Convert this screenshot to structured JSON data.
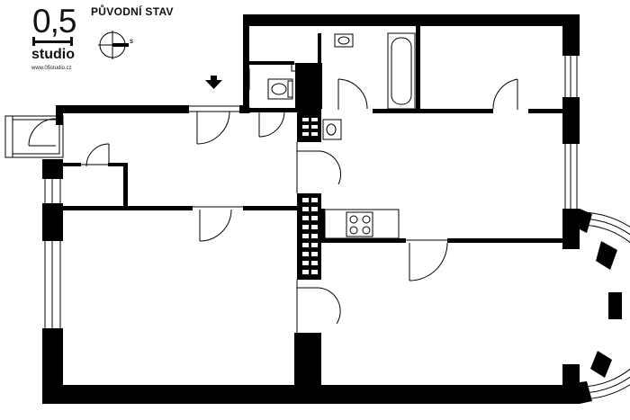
{
  "logo": {
    "number": "0,5",
    "word": "studio",
    "url": "www.05studio.cz"
  },
  "title": "PŮVODNÍ STAV",
  "compass": {
    "letter": "S"
  },
  "colors": {
    "wall": "#000000",
    "line": "#000000",
    "background": "#ffffff"
  },
  "icons": {
    "entrance": "arrow-down-icon",
    "toilet": "toilet-icon",
    "bathtub": "bathtub-icon",
    "basin": "washbasin-icon",
    "stove": "stove-icon"
  }
}
